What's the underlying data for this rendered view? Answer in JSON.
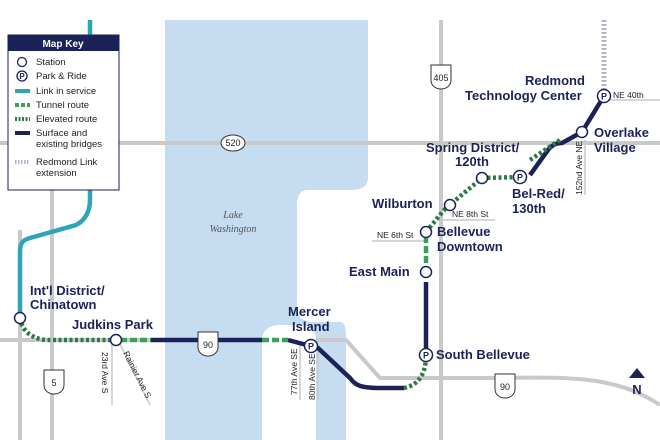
{
  "map_key": {
    "title": "Map Key",
    "station": "Station",
    "park_ride": "Park & Ride",
    "link_in_service": "Link in service",
    "tunnel_route": "Tunnel route",
    "elevated_route": "Elevated route",
    "surface_line1": "Surface and",
    "surface_line2": "existing bridges",
    "redmond_line1": "Redmond Link",
    "redmond_line2": "extension",
    "park_symbol": "P"
  },
  "lake": {
    "line1": "Lake",
    "line2": "Washington"
  },
  "shields": {
    "i405": "405",
    "sr520": "520",
    "i90_west": "90",
    "i90_east": "90",
    "i5": "5"
  },
  "stations": {
    "intl_district_line1": "Int'l District/",
    "intl_district_line2": "Chinatown",
    "judkins_park": "Judkins Park",
    "mercer_line1": "Mercer",
    "mercer_line2": "Island",
    "south_bellevue": "South Bellevue",
    "east_main": "East Main",
    "bellevue_line1": "Bellevue",
    "bellevue_line2": "Downtown",
    "wilburton": "Wilburton",
    "spring_line1": "Spring District/",
    "spring_line2": "120th",
    "belred_line1": "Bel-Red/",
    "belred_line2": "130th",
    "overlake_line1": "Overlake",
    "overlake_line2": "Village",
    "redmond_line1": "Redmond",
    "redmond_line2": "Technology Center"
  },
  "streets": {
    "ave_23": "23rd Ave S",
    "rainier": "Rainier Ave S",
    "ave_77": "77th Ave SE",
    "ave_80": "80th Ave SE",
    "ne_8th": "NE 8th St",
    "ne_6th": "NE 6th St",
    "ave_152": "152nd Ave NE",
    "ne_40th": "NE 40th"
  },
  "north_arrow": "N",
  "colors": {
    "water": "#c5dcf1",
    "road": "#c9c9c9",
    "link_in_service": "#2ea4b8",
    "tunnel": "#3f9e5b",
    "elevated": "#2d7a45",
    "surface": "#1b2258",
    "redmond_ext": "#b7b0d6"
  }
}
